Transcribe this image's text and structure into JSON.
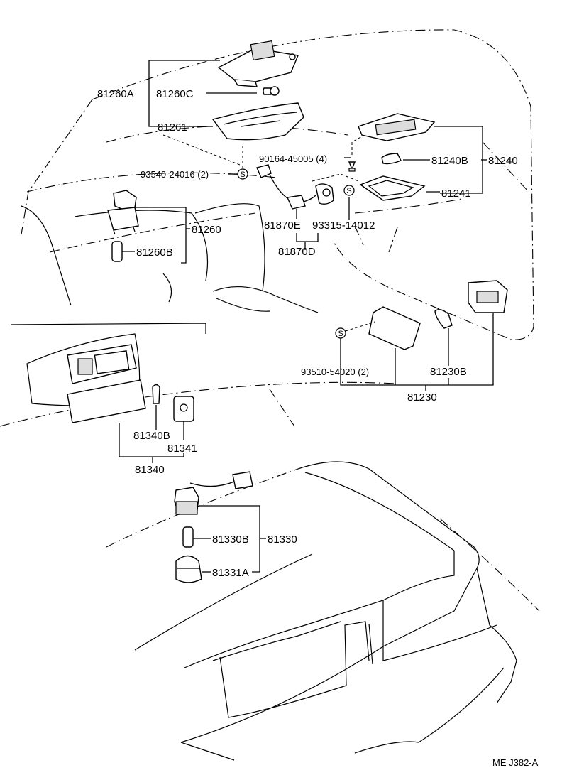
{
  "labels": {
    "p81260A": "81260A",
    "p81260C": "81260C",
    "p81261": "81261",
    "p93540": "93540-24016 (2)",
    "p90164": "90164-45005 (4)",
    "p81240B": "81240B",
    "p81240": "81240",
    "p81241": "81241",
    "p81260": "81260",
    "p81260B": "81260B",
    "p81870E": "81870E",
    "p93315": "93315-14012",
    "p81870D": "81870D",
    "p93510": "93510-54020 (2)",
    "p81230B": "81230B",
    "p81230": "81230",
    "p81340B": "81340B",
    "p81341": "81341",
    "p81340": "81340",
    "p81330B": "81330B",
    "p81330": "81330",
    "p81331A": "81331A",
    "ref": "ME J382-A"
  },
  "symbol": {
    "screw": "S"
  }
}
